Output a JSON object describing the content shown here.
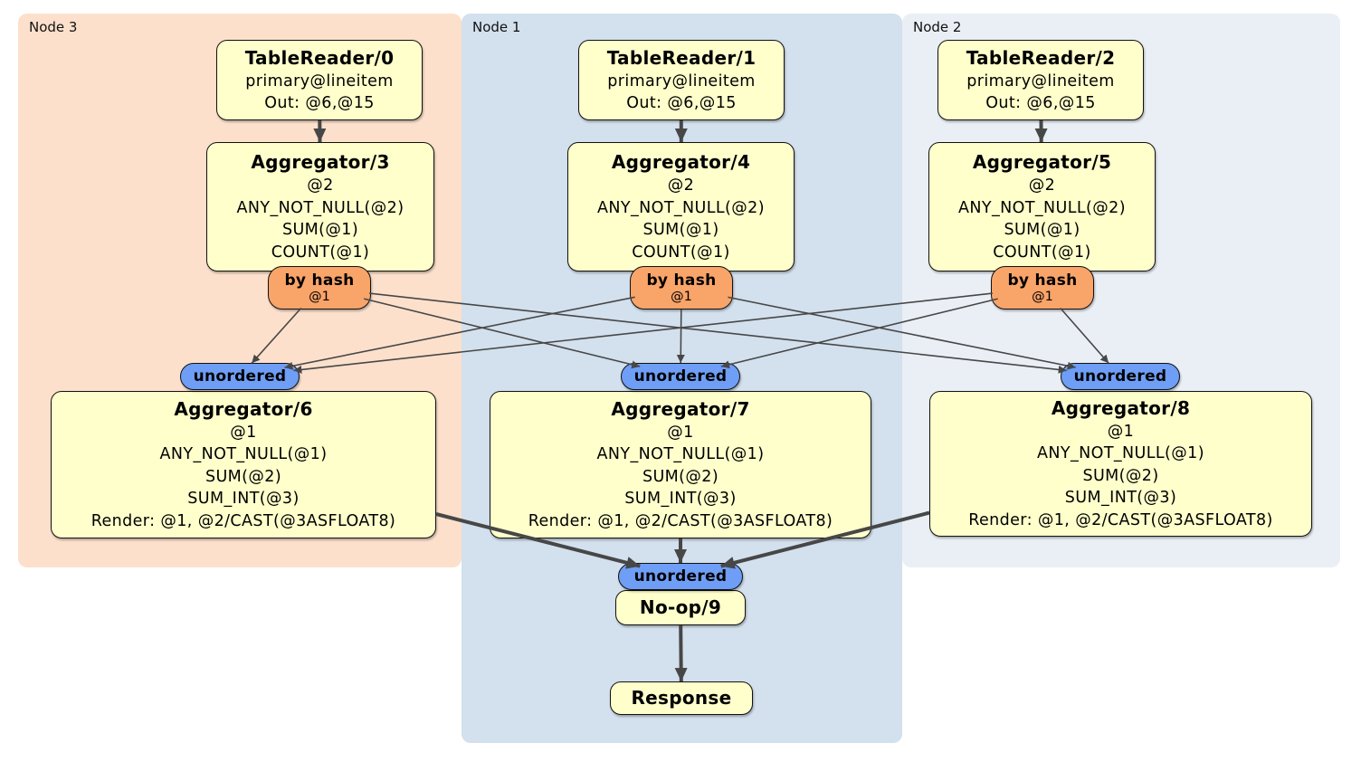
{
  "diagram": {
    "type": "distsql-physical-plan"
  },
  "palette": {
    "processor_fill": "#ffffcc",
    "processor_border": "#111111",
    "router_fill": "#f9a469",
    "stream_fill": "#6e9ef5",
    "edge_color": "#474747",
    "node3_fill": "#fce0cc",
    "node1_fill": "#d3e0ed",
    "node2_fill": "#eaeff6"
  },
  "regions": [
    {
      "id": "node3",
      "label": "Node 3"
    },
    {
      "id": "node1",
      "label": "Node 1"
    },
    {
      "id": "node2",
      "label": "Node 2"
    }
  ],
  "nodes": [
    {
      "id": "tr0",
      "region": "node3",
      "kind": "processor",
      "title": "TableReader/0",
      "lines": [
        "primary@lineitem",
        "Out: @6,@15"
      ]
    },
    {
      "id": "tr1",
      "region": "node1",
      "kind": "processor",
      "title": "TableReader/1",
      "lines": [
        "primary@lineitem",
        "Out: @6,@15"
      ]
    },
    {
      "id": "tr2",
      "region": "node2",
      "kind": "processor",
      "title": "TableReader/2",
      "lines": [
        "primary@lineitem",
        "Out: @6,@15"
      ]
    },
    {
      "id": "agg3",
      "region": "node3",
      "kind": "processor",
      "title": "Aggregator/3",
      "lines": [
        "@2",
        "ANY_NOT_NULL(@2)",
        "SUM(@1)",
        "COUNT(@1)"
      ]
    },
    {
      "id": "agg4",
      "region": "node1",
      "kind": "processor",
      "title": "Aggregator/4",
      "lines": [
        "@2",
        "ANY_NOT_NULL(@2)",
        "SUM(@1)",
        "COUNT(@1)"
      ]
    },
    {
      "id": "agg5",
      "region": "node2",
      "kind": "processor",
      "title": "Aggregator/5",
      "lines": [
        "@2",
        "ANY_NOT_NULL(@2)",
        "SUM(@1)",
        "COUNT(@1)"
      ]
    },
    {
      "id": "agg6",
      "region": "node3",
      "kind": "processor",
      "title": "Aggregator/6",
      "lines": [
        "@1",
        "ANY_NOT_NULL(@1)",
        "SUM(@2)",
        "SUM_INT(@3)",
        "Render: @1, @2/CAST(@3ASFLOAT8)"
      ]
    },
    {
      "id": "agg7",
      "region": "node1",
      "kind": "processor",
      "title": "Aggregator/7",
      "lines": [
        "@1",
        "ANY_NOT_NULL(@1)",
        "SUM(@2)",
        "SUM_INT(@3)",
        "Render: @1, @2/CAST(@3ASFLOAT8)"
      ]
    },
    {
      "id": "agg8",
      "region": "node2",
      "kind": "processor",
      "title": "Aggregator/8",
      "lines": [
        "@1",
        "ANY_NOT_NULL(@1)",
        "SUM(@2)",
        "SUM_INT(@3)",
        "Render: @1, @2/CAST(@3ASFLOAT8)"
      ]
    },
    {
      "id": "bh3",
      "region": "node3",
      "kind": "router",
      "title": "by hash",
      "lines": [
        "@1"
      ]
    },
    {
      "id": "bh4",
      "region": "node1",
      "kind": "router",
      "title": "by hash",
      "lines": [
        "@1"
      ]
    },
    {
      "id": "bh5",
      "region": "node2",
      "kind": "router",
      "title": "by hash",
      "lines": [
        "@1"
      ]
    },
    {
      "id": "uo3",
      "region": "node3",
      "kind": "stream",
      "title": "unordered",
      "lines": []
    },
    {
      "id": "uo4",
      "region": "node1",
      "kind": "stream",
      "title": "unordered",
      "lines": []
    },
    {
      "id": "uo5",
      "region": "node2",
      "kind": "stream",
      "title": "unordered",
      "lines": []
    },
    {
      "id": "uoF",
      "region": "node1",
      "kind": "stream",
      "title": "unordered",
      "lines": []
    },
    {
      "id": "noop",
      "region": "node1",
      "kind": "processor",
      "title": "No-op/9",
      "lines": []
    },
    {
      "id": "resp",
      "region": "node1",
      "kind": "processor",
      "title": "Response",
      "lines": []
    }
  ],
  "edges": [
    {
      "from": "tr0",
      "to": "agg3",
      "weight": "thick"
    },
    {
      "from": "tr1",
      "to": "agg4",
      "weight": "thick"
    },
    {
      "from": "tr2",
      "to": "agg5",
      "weight": "thick"
    },
    {
      "from": "bh3",
      "to": "uo3",
      "weight": "thin"
    },
    {
      "from": "bh3",
      "to": "uo4",
      "weight": "thin"
    },
    {
      "from": "bh3",
      "to": "uo5",
      "weight": "thin"
    },
    {
      "from": "bh4",
      "to": "uo3",
      "weight": "thin"
    },
    {
      "from": "bh4",
      "to": "uo4",
      "weight": "thin"
    },
    {
      "from": "bh4",
      "to": "uo5",
      "weight": "thin"
    },
    {
      "from": "bh5",
      "to": "uo3",
      "weight": "thin"
    },
    {
      "from": "bh5",
      "to": "uo4",
      "weight": "thin"
    },
    {
      "from": "bh5",
      "to": "uo5",
      "weight": "thin"
    },
    {
      "from": "agg6",
      "to": "uoF",
      "weight": "thick"
    },
    {
      "from": "agg7",
      "to": "uoF",
      "weight": "thick"
    },
    {
      "from": "agg8",
      "to": "uoF",
      "weight": "thick"
    },
    {
      "from": "noop",
      "to": "resp",
      "weight": "thick"
    }
  ]
}
